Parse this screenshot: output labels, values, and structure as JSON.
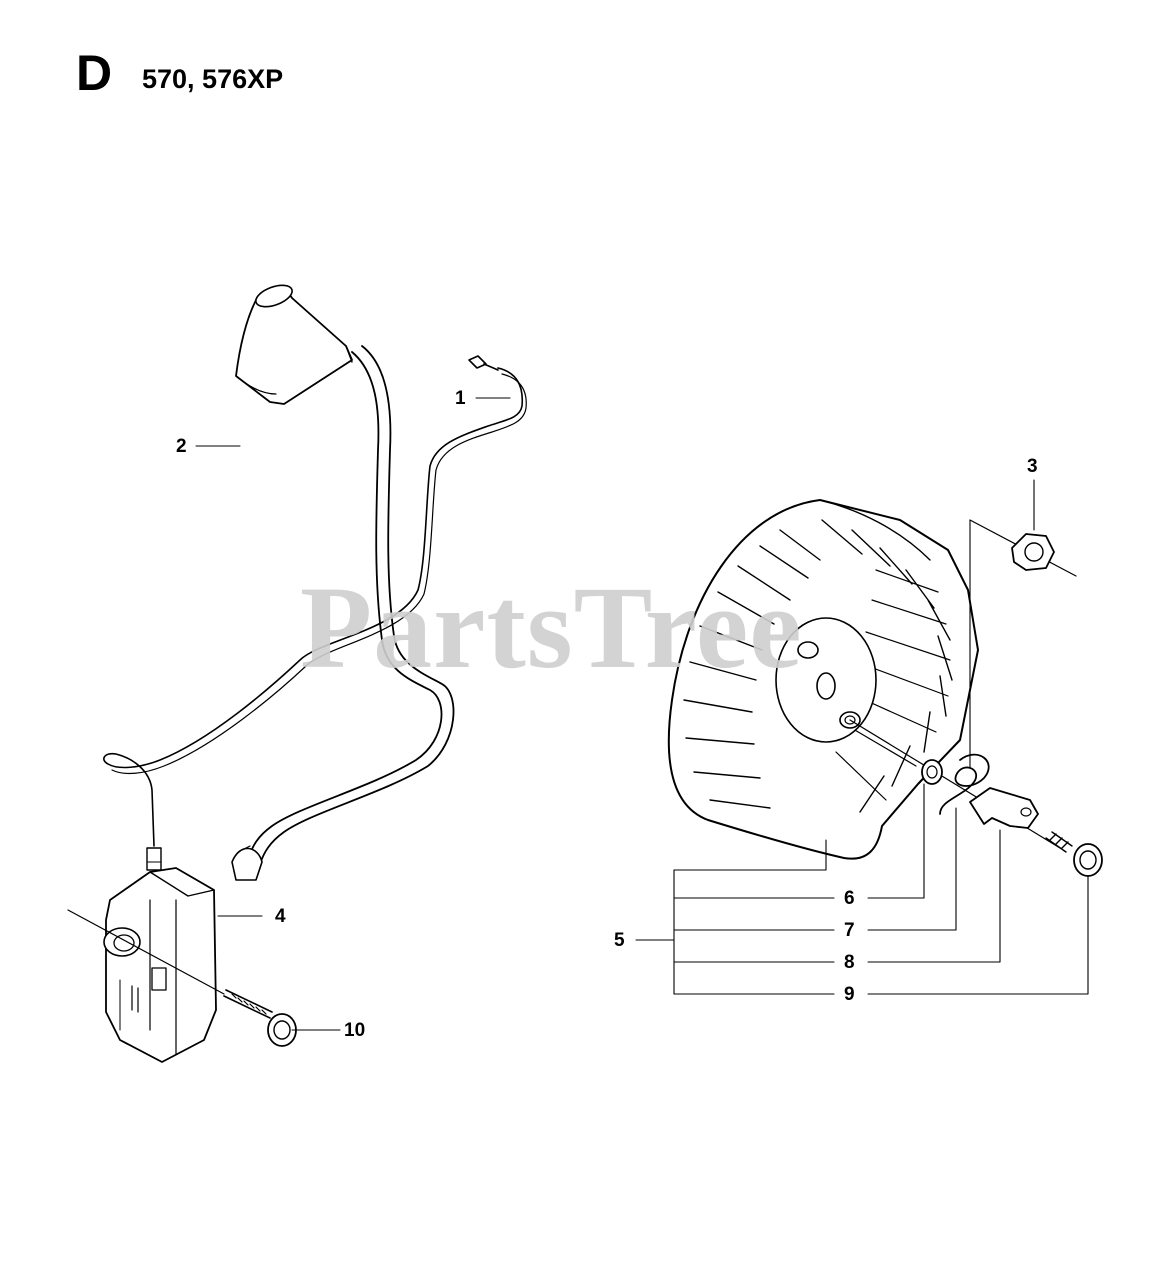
{
  "header": {
    "section_letter": "D",
    "models": "570, 576XP"
  },
  "watermark": "PartsTree",
  "callouts": {
    "c1": "1",
    "c2": "2",
    "c3": "3",
    "c4": "4",
    "c5": "5",
    "c6": "6",
    "c7": "7",
    "c8": "8",
    "c9": "9",
    "c10": "10"
  }
}
